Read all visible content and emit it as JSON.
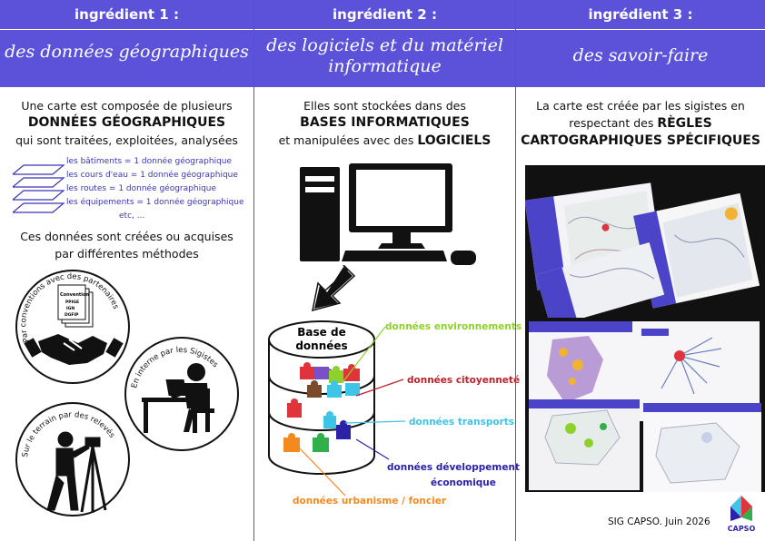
{
  "col1": {
    "header": "ingrédient 1 :",
    "subtitle": "des données géographiques",
    "intro": {
      "line1": "Une carte est composée de plusieurs",
      "line2": "DONNÉES GÉOGRAPHIQUES",
      "line3": "qui sont traitées, exploitées, analysées"
    },
    "layers": [
      "les bâtiments = 1 donnée géographique",
      "les cours d'eau = 1 donnée géographique",
      "les routes = 1 donnée géographique",
      "les équipements = 1 donnée géographique",
      "etc, ..."
    ],
    "methods": {
      "line1": "Ces données sont créées ou acquises",
      "line2": "par différentes méthodes"
    },
    "circle1_label": "Par conventions avec des partenaires",
    "circle2_label": "En interne par les Sigistes",
    "circle3_label": "Sur le terrain par des relevés",
    "doc_labels": [
      "Convention",
      "PPIGE",
      "IGN",
      "DGFIP"
    ]
  },
  "col2": {
    "header": "ingrédient 2 :",
    "subtitle_line1": "des logiciels et du matériel",
    "subtitle_line2": "informatique",
    "intro": {
      "line1": "Elles sont stockées dans des",
      "line2": "BASES INFORMATIQUES",
      "line3_a": "et manipulées avec des ",
      "line3_b": "LOGICIELS"
    },
    "db_title_1": "Base de",
    "db_title_2": "données",
    "categories": [
      {
        "text": "données environnements",
        "color": "#8fd12b"
      },
      {
        "text": "données citoyenneté",
        "color": "#c0202a"
      },
      {
        "text": "données transports",
        "color": "#3ec4e6"
      },
      {
        "text": "données développement",
        "color": "#2b22a8"
      },
      {
        "text": "économique",
        "color": "#2b22a8"
      },
      {
        "text": "données urbanisme / foncier",
        "color": "#f28a1e"
      }
    ]
  },
  "col3": {
    "header": "ingrédient 3 :",
    "subtitle": "des savoir-faire",
    "intro": {
      "line1": "La carte est créée par les sigistes en",
      "line2_a": "respectant des ",
      "line2_b": "RÈGLES",
      "line3": "CARTOGRAPHIQUES SPÉCIFIQUES"
    },
    "footer": "SIG CAPSO. Juin 2026",
    "logo_text": "CAPSO"
  },
  "colors": {
    "header_bg": "#5b52d9",
    "accent": "#3a35b5"
  }
}
